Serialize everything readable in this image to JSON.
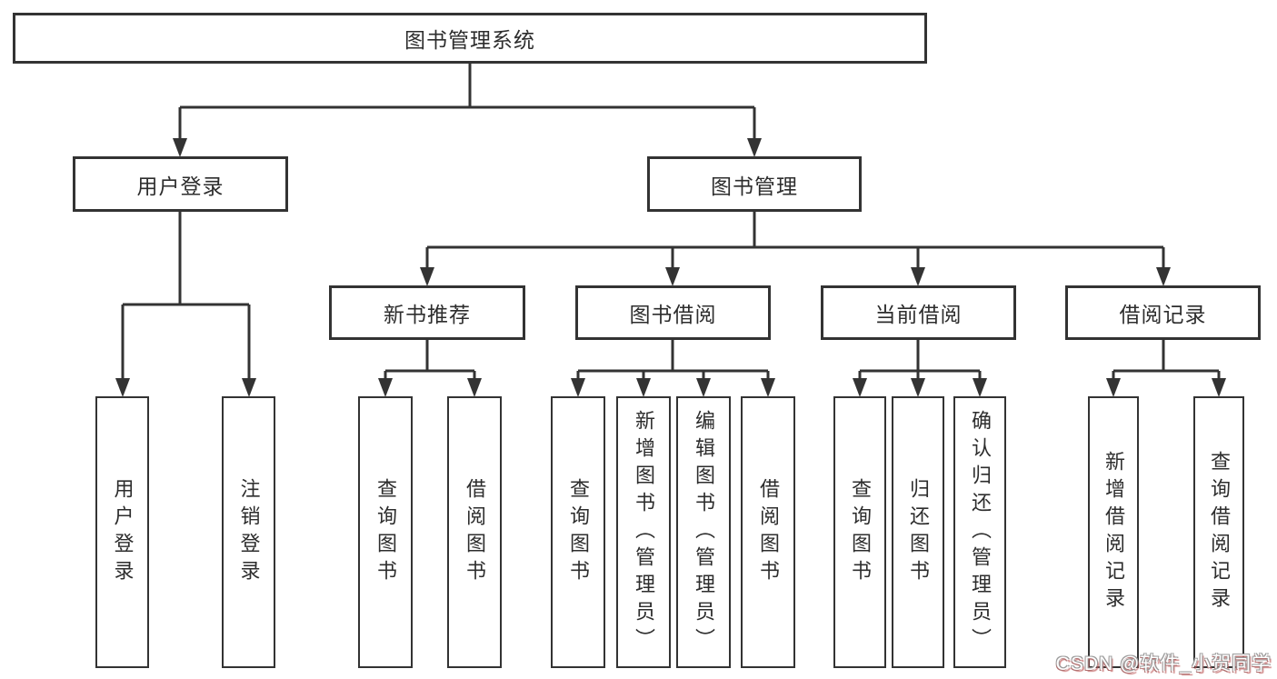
{
  "colors": {
    "background": "#ffffff",
    "line": "#333333",
    "box_border": "#333333",
    "text": "#2d2d2d",
    "watermark_fill": "#ffffff",
    "watermark_shadow": "#b07070"
  },
  "diagram": {
    "root": {
      "label": "图书管理系统"
    },
    "level2": [
      {
        "label": "用户登录"
      },
      {
        "label": "图书管理"
      }
    ],
    "level3": [
      {
        "label": "新书推荐",
        "parent": "图书管理"
      },
      {
        "label": "图书借阅",
        "parent": "图书管理"
      },
      {
        "label": "当前借阅",
        "parent": "图书管理"
      },
      {
        "label": "借阅记录",
        "parent": "图书管理"
      }
    ],
    "leaves": [
      {
        "label": "用户登录",
        "parent": "用户登录"
      },
      {
        "label": "注销登录",
        "parent": "用户登录"
      },
      {
        "label": "查询图书",
        "parent": "新书推荐"
      },
      {
        "label": "借阅图书",
        "parent": "新书推荐"
      },
      {
        "label": "查询图书",
        "parent": "图书借阅"
      },
      {
        "label": "新增图书（管理员）",
        "parent": "图书借阅"
      },
      {
        "label": "编辑图书（管理员）",
        "parent": "图书借阅"
      },
      {
        "label": "借阅图书",
        "parent": "图书借阅"
      },
      {
        "label": "查询图书",
        "parent": "当前借阅"
      },
      {
        "label": "归还图书",
        "parent": "当前借阅"
      },
      {
        "label": "确认归还（管理员）",
        "parent": "当前借阅"
      },
      {
        "label": "新增借阅记录",
        "parent": "借阅记录"
      },
      {
        "label": "查询借阅记录",
        "parent": "借阅记录"
      }
    ]
  },
  "watermark": {
    "text": "CSDN @软件_小贺同学"
  }
}
